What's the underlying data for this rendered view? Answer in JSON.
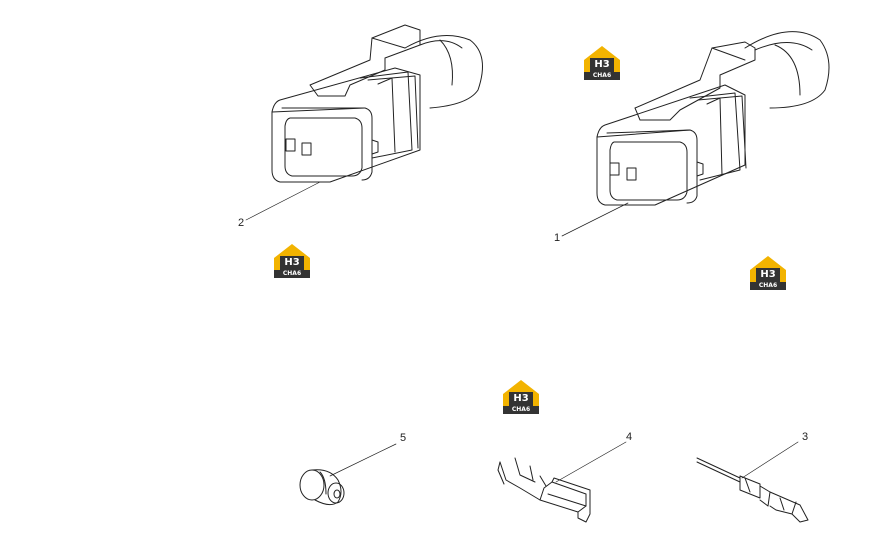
{
  "callouts": [
    "1",
    "2",
    "3",
    "4",
    "5"
  ],
  "watermark": {
    "letter": "H3",
    "sub": "CHA6",
    "color_yellow": "#f2b300",
    "color_dark": "#333333"
  }
}
